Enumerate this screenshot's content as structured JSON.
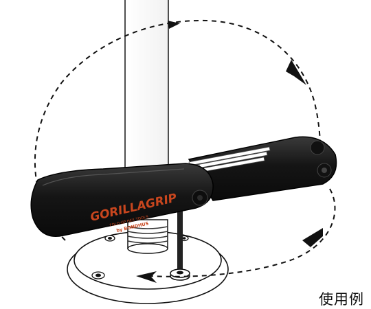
{
  "illustration": {
    "logo_text": "GORILLAGRIP",
    "logo_sub_1": "FOLD-UP HEX TOOLS",
    "logo_sub_2": "by BONDHUS",
    "logo_color": "#c8461e",
    "tool_color": "#1a1a1a",
    "line_color": "#111111",
    "rotation_arrow_icon": "dashed-rotation-arrow"
  },
  "caption": "使用例"
}
